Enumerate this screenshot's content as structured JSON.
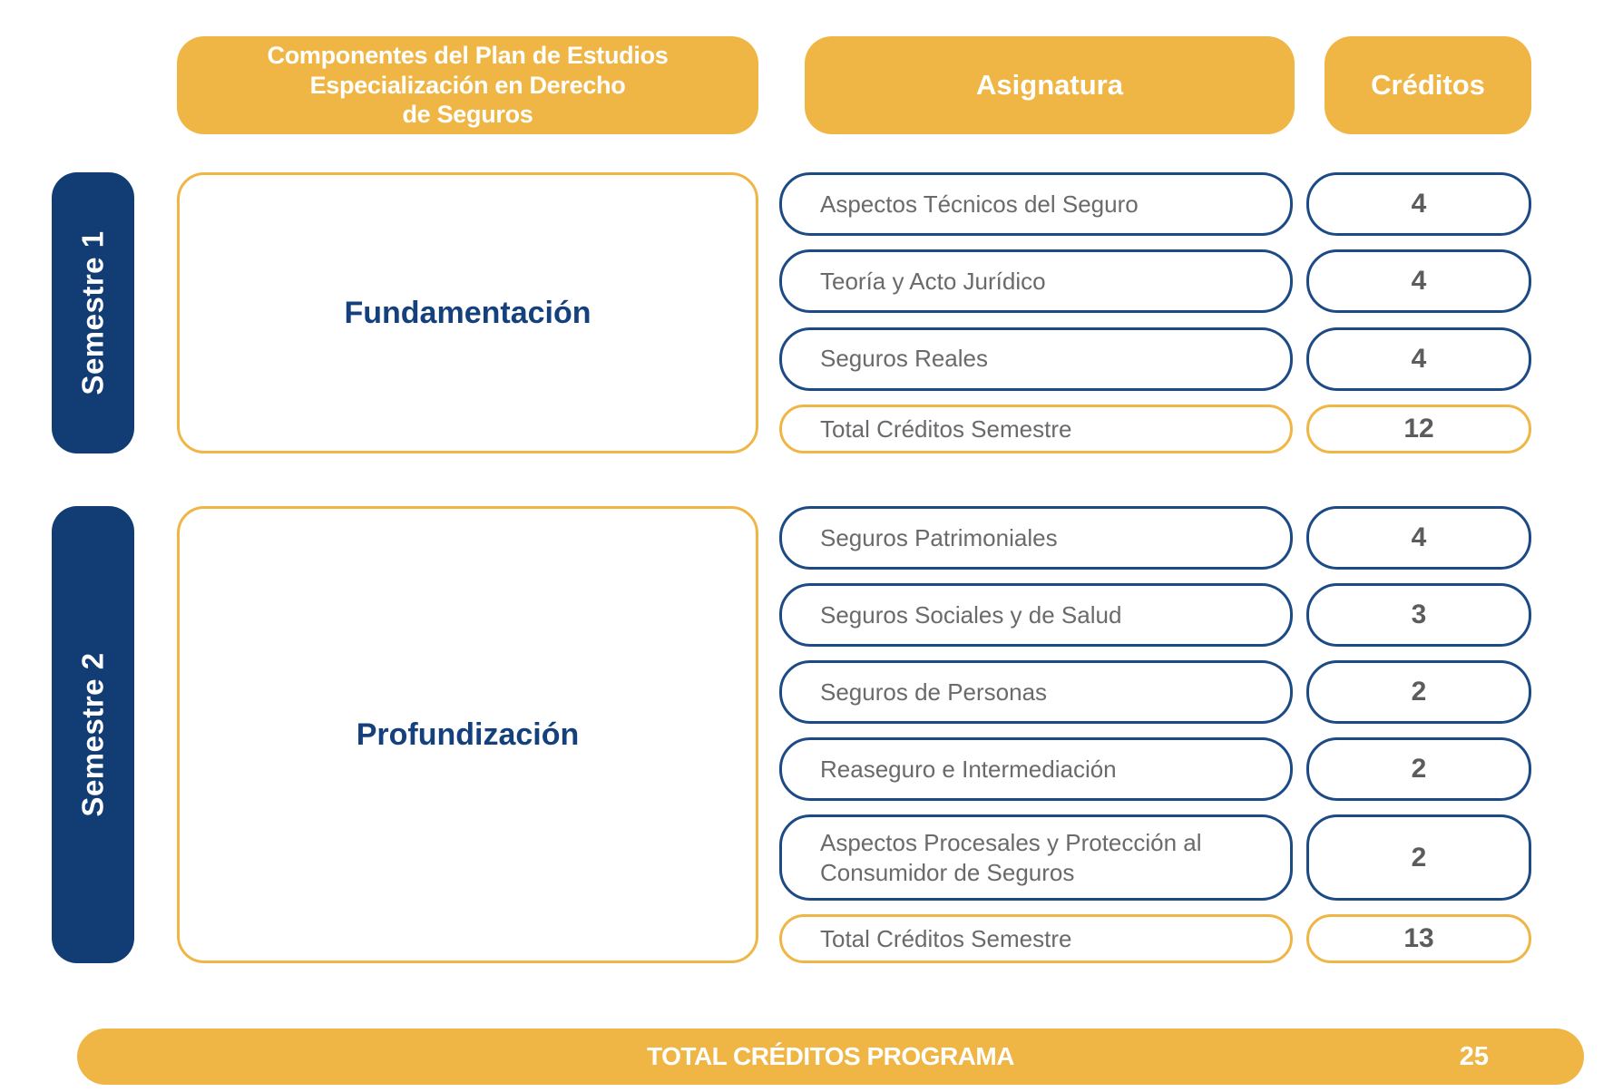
{
  "colors": {
    "accent_yellow": "#F0B645",
    "navy_fill": "#113C74",
    "navy_border": "#1C4A84",
    "navy_text": "#14417D",
    "subject_text_gray": "#6A6A6A",
    "credit_text_gray": "#5C5C5C"
  },
  "header": {
    "components": "Componentes del Plan de Estudios\nEspecialización en Derecho\nde Seguros",
    "asignatura": "Asignatura",
    "creditos": "Créditos"
  },
  "semesters": [
    {
      "label": "Semestre 1",
      "component": "Fundamentación",
      "rows": [
        {
          "subject": "Aspectos Técnicos del Seguro",
          "credits": "4"
        },
        {
          "subject": "Teoría y Acto Jurídico",
          "credits": "4"
        },
        {
          "subject": "Seguros Reales",
          "credits": "4"
        }
      ],
      "total": {
        "label": "Total Créditos Semestre",
        "credits": "12"
      }
    },
    {
      "label": "Semestre 2",
      "component": "Profundización",
      "rows": [
        {
          "subject": "Seguros Patrimoniales",
          "credits": "4"
        },
        {
          "subject": "Seguros Sociales y de Salud",
          "credits": "3"
        },
        {
          "subject": "Seguros de Personas",
          "credits": "2"
        },
        {
          "subject": "Reaseguro e Intermediación",
          "credits": "2"
        },
        {
          "subject": "Aspectos Procesales y Protección al\nConsumidor de Seguros",
          "credits": "2"
        }
      ],
      "total": {
        "label": "Total Créditos Semestre",
        "credits": "13"
      }
    }
  ],
  "footer": {
    "label": "TOTAL CRÉDITOS PROGRAMA",
    "value": "25"
  }
}
